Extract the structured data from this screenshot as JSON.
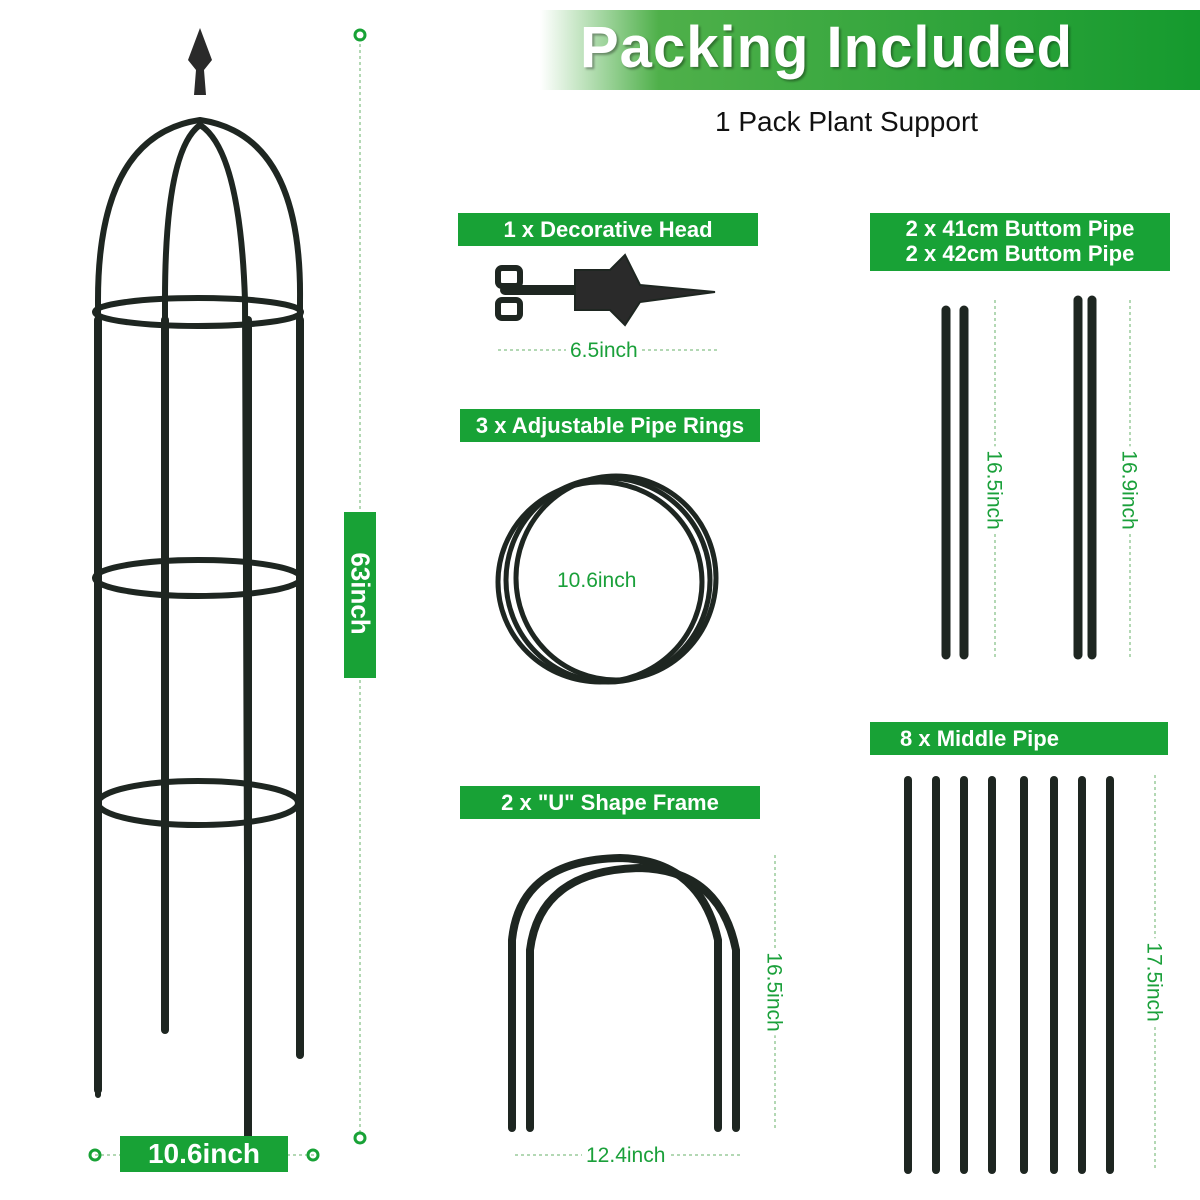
{
  "header": {
    "title": "Packing Included",
    "subtitle": "1 Pack Plant Support"
  },
  "assembled": {
    "height_label": "63inch",
    "width_label": "10.6inch"
  },
  "parts": {
    "head": {
      "label": "1 x Decorative Head",
      "size": "6.5inch"
    },
    "rings": {
      "label": "3 x Adjustable Pipe Rings",
      "size": "10.6inch"
    },
    "u_frame": {
      "label": "2 x \"U\" Shape Frame",
      "height": "16.5inch",
      "width": "12.4inch"
    },
    "bottom_pipe": {
      "label_line1": "2 x 41cm Buttom Pipe",
      "label_line2": "2 x 42cm Buttom Pipe",
      "size_a": "16.5inch",
      "size_b": "16.9inch"
    },
    "middle_pipe": {
      "label": "8 x Middle Pipe",
      "size": "17.5inch"
    }
  },
  "colors": {
    "accent": "#18a236",
    "metal": "#1e2621"
  }
}
